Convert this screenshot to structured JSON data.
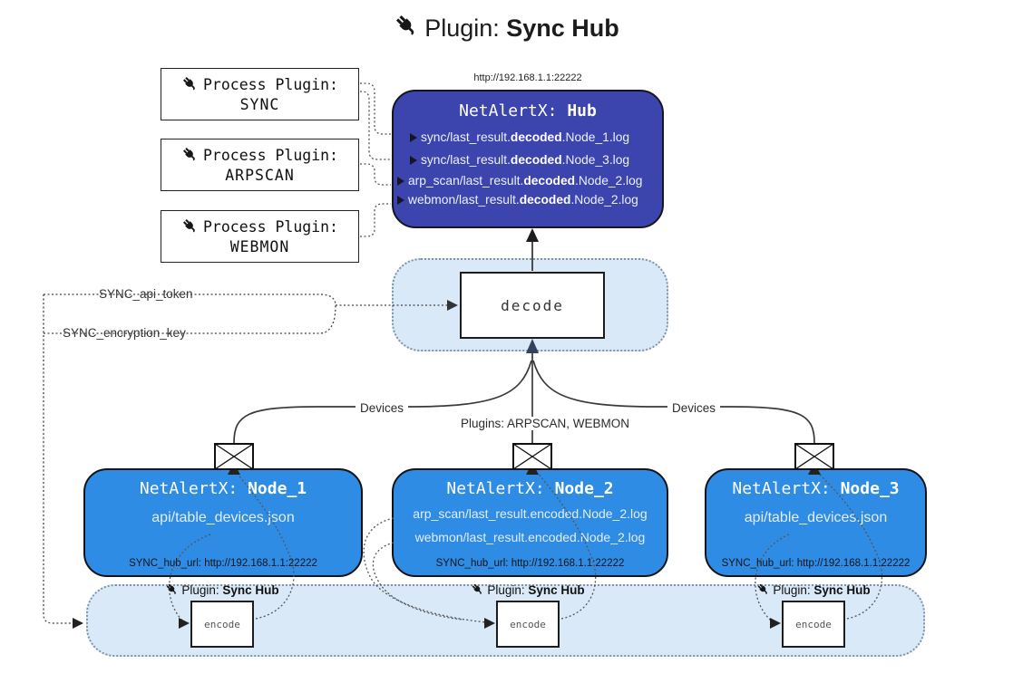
{
  "title": {
    "prefix": "Plugin:",
    "name": "Sync Hub"
  },
  "process_plugins": [
    {
      "label": "Process Plugin:",
      "name": "SYNC"
    },
    {
      "label": "Process Plugin:",
      "name": "ARPSCAN"
    },
    {
      "label": "Process Plugin:",
      "name": "WEBMON"
    }
  ],
  "hub": {
    "url": "http://192.168.1.1:22222",
    "title_prefix": "NetAlertX:",
    "title_name": "Hub",
    "logs": [
      {
        "pre": "sync/last_result.",
        "mid": "decoded",
        "post": ".Node_1.log"
      },
      {
        "pre": "sync/last_result.",
        "mid": "decoded",
        "post": ".Node_3.log"
      },
      {
        "pre": "arp_scan/last_result.",
        "mid": "decoded",
        "post": ".Node_2.log"
      },
      {
        "pre": "webmon/last_result.",
        "mid": "decoded",
        "post": ".Node_2.log"
      }
    ]
  },
  "decode_label": "decode",
  "config": {
    "api_token": "SYNC_api_token",
    "encryption_key": "SYNC_encryption_key"
  },
  "edge_labels": {
    "devices_left": "Devices",
    "plugins_mid": "Plugins: ARPSCAN, WEBMON",
    "devices_right": "Devices"
  },
  "nodes": [
    {
      "title_prefix": "NetAlertX:",
      "title_name": "Node_1",
      "files": [
        "api/table_devices.json"
      ],
      "hub_url": "SYNC_hub_url: http://192.168.1.1:22222"
    },
    {
      "title_prefix": "NetAlertX:",
      "title_name": "Node_2",
      "files": [
        "arp_scan/last_result.encoded.Node_2.log",
        "webmon/last_result.encoded.Node_2.log"
      ],
      "hub_url": "SYNC_hub_url: http://192.168.1.1:22222"
    },
    {
      "title_prefix": "NetAlertX:",
      "title_name": "Node_3",
      "files": [
        "api/table_devices.json"
      ],
      "hub_url": "SYNC_hub_url: http://192.168.1.1:22222"
    }
  ],
  "encoders": [
    {
      "plugin_prefix": "Plugin:",
      "plugin_name": "Sync Hub",
      "label": "encode"
    },
    {
      "plugin_prefix": "Plugin:",
      "plugin_name": "Sync Hub",
      "label": "encode"
    },
    {
      "plugin_prefix": "Plugin:",
      "plugin_name": "Sync Hub",
      "label": "encode"
    }
  ],
  "colors": {
    "hub_blue": "#3c44ae",
    "node_blue": "#2e8ce4",
    "panel_blue": "#d9e9f8",
    "line_dark": "#3a3a3a"
  }
}
